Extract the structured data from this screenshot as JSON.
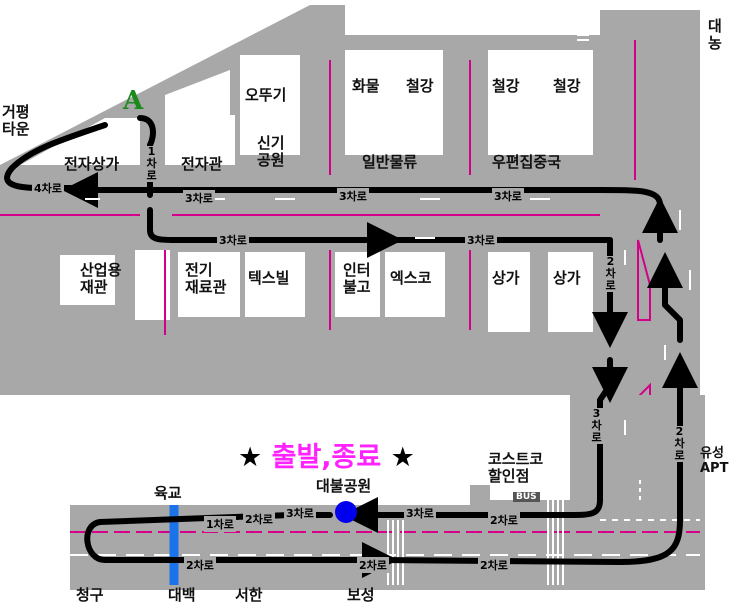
{
  "marker": "A",
  "headline": {
    "star_left": "★",
    "text": "출발,종료",
    "star_right": "★"
  },
  "places": {
    "daenong": "대\n농",
    "geopyeong_town": "거평\n타운",
    "ottogi": "오뚜기",
    "hwamul": "화물",
    "cheolgang_1": "철강",
    "cheolgang_2": "철강",
    "cheolgang_3": "철강",
    "jeonja_sangga": "전자상가",
    "jeonjagwan": "전자관",
    "singi_gongwon": "신기\n공원",
    "ilban_mulryu": "일반물류",
    "upyeonjip_junggguk": "우편집중국",
    "saneopyong_jaegwan": "산업용\n재관",
    "jeongi_jaeryogwan": "전기\n재료관",
    "tekseubil": "텍스빌",
    "inter_bulgo": "인터\n불고",
    "ekseuko": "엑스코",
    "sangga_1": "상가",
    "sangga_2": "상가",
    "costco": "코스트코\n할인점",
    "yuseong_apt": "유성\nAPT",
    "daebul_park": "대불공원",
    "yukgyo": "육교",
    "cheonggu": "청구",
    "daebaek": "대백",
    "seohan": "서한",
    "boseong": "보성",
    "bus": "BUS"
  },
  "lanes": {
    "lane_4": "4차로",
    "lane_1_vertical": "1차로",
    "lane_3_a": "3차로",
    "lane_3_b": "3차로",
    "lane_3_c": "3차로",
    "lane_3_d": "3차로",
    "lane_3_e": "3차로",
    "lane_2_vertical_a": "2차로",
    "lane_3_vertical": "3차로",
    "lane_2_vertical_b": "2차로",
    "lane_1_bottom": "1차로",
    "lane_2_bottom_a": "2차로",
    "lane_3_bottom_a": "3차로",
    "lane_3_bottom_b": "3차로",
    "lane_2_bottom_b": "2차로",
    "lane_2_bottom_c": "2차로",
    "lane_2_bottom_d": "2차로",
    "lane_2_bottom_e": "2차로"
  },
  "colors": {
    "road": "#a8a8a8",
    "block": "#ffffff",
    "route": "#000000",
    "median": "#d4008a",
    "headline": "#ff22ff",
    "marker": "#1a8a1a",
    "start_dot": "#0000ee",
    "footbridge": "#1a73e8"
  }
}
